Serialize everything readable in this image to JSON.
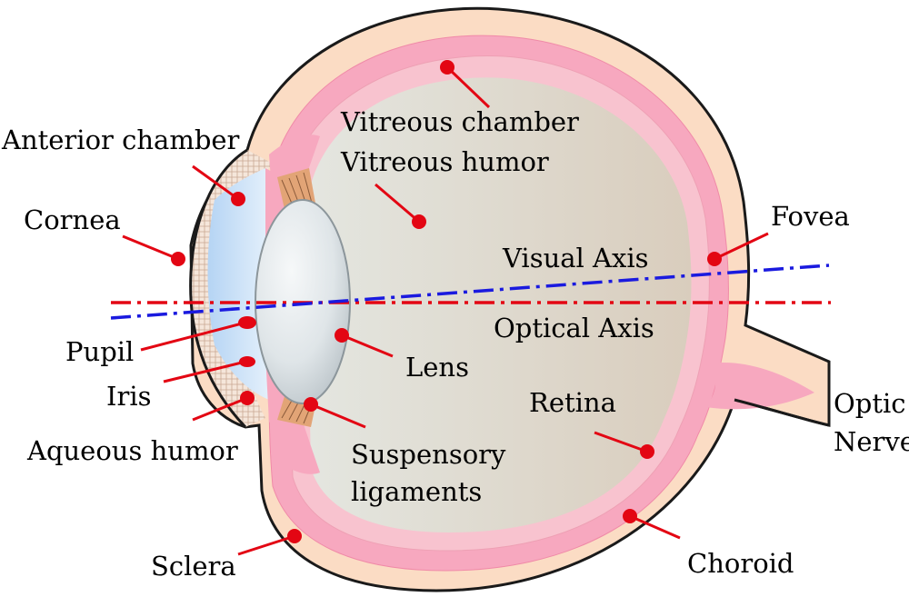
{
  "diagram": {
    "labels": {
      "anterior_chamber": "Anterior chamber",
      "cornea": "Cornea",
      "pupil": "Pupil",
      "iris": "Iris",
      "aqueous_humor": "Aqueous humor",
      "sclera": "Sclera",
      "vitreous_chamber": "Vitreous chamber",
      "vitreous_humor": "Vitreous humor",
      "visual_axis": "Visual Axis",
      "optical_axis": "Optical Axis",
      "lens": "Lens",
      "suspensory_line1": "Suspensory",
      "suspensory_line2": "ligaments",
      "retina": "Retina",
      "fovea": "Fovea",
      "optic_line1": "Optic",
      "optic_line2": "Nerve",
      "choroid": "Choroid"
    },
    "colors": {
      "sclera": "#fbdcc4",
      "choroid": "#f7a8bf",
      "retina": "#f8c3cf",
      "vitreous": "#ddd6c6",
      "cornea": "#bcd7f3",
      "lens": "#e2e7ea",
      "ligaments": "#e2a476",
      "outline": "#1a1a1a",
      "leader": "#e30613",
      "visual_axis": "#1a1adf",
      "optical_axis": "#e30613"
    }
  }
}
